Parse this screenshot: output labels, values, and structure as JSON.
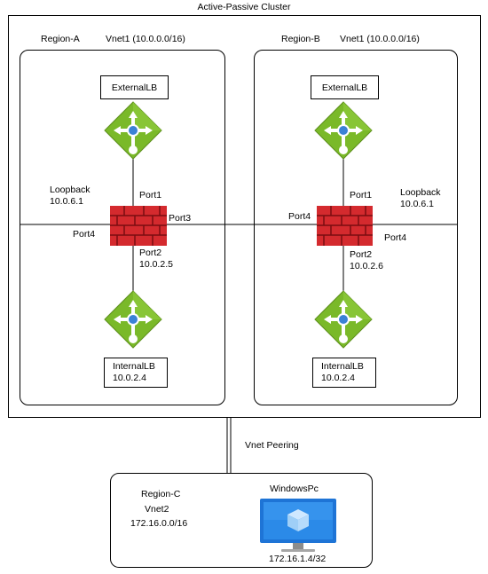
{
  "title": "Active-Passive Cluster",
  "region_a": {
    "name": "Region-A",
    "vnet": "Vnet1 (10.0.0.0/16)",
    "external_lb": "ExternalLB",
    "internal_lb_name": "InternalLB",
    "internal_lb_ip": "10.0.2.4",
    "loopback_label": "Loopback",
    "loopback_ip": "10.0.6.1",
    "port1": "Port1",
    "port2": "Port2",
    "port2_ip": "10.0.2.5",
    "port3": "Port3",
    "port4": "Port4"
  },
  "region_b": {
    "name": "Region-B",
    "vnet": "Vnet1 (10.0.0.0/16)",
    "external_lb": "ExternalLB",
    "internal_lb_name": "InternalLB",
    "internal_lb_ip": "10.0.2.4",
    "loopback_label": "Loopback",
    "loopback_ip": "10.0.6.1",
    "port1": "Port1",
    "port2": "Port2",
    "port2_ip": "10.0.2.6",
    "port4_left": "Port4",
    "port4_right": "Port4"
  },
  "peering_label": "Vnet Peering",
  "region_c": {
    "name": "Region-C",
    "vnet": "Vnet2",
    "cidr": "172.16.0.0/16",
    "pc_name": "WindowsPc",
    "pc_ip": "172.16.1.4/32"
  },
  "colors": {
    "firewall": "#d42a2e",
    "lb_green": "#7ab929",
    "lb_blue": "#3b82d6",
    "monitor": "#1e74d6"
  }
}
